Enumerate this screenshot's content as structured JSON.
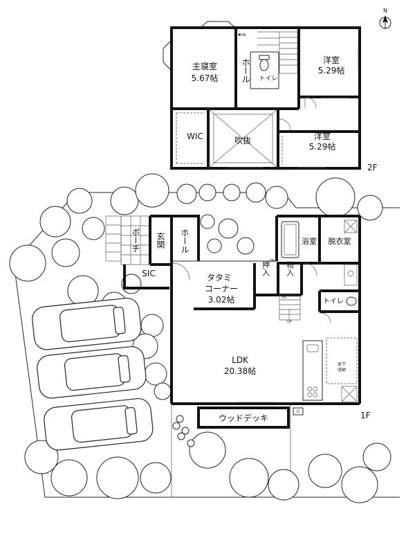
{
  "north": "N",
  "floors": {
    "second": {
      "label": "2F",
      "rooms": {
        "master_bedroom": {
          "name": "主寝室",
          "size": "5.67帖"
        },
        "hall": "ホール",
        "toilet": "トイレ",
        "western_room_1": {
          "name": "洋室",
          "size": "5.29帖"
        },
        "wic": "WIC",
        "void": "吹抜",
        "western_room_2": {
          "name": "洋室",
          "size": "5.29帖"
        }
      },
      "stair_mark": "DN"
    },
    "first": {
      "label": "1F",
      "rooms": {
        "porch": "ポーチ",
        "entrance": "玄関",
        "hall": "ホール",
        "sic": "SIC",
        "bath": "浴室",
        "dressing": "脱衣室",
        "tatami": {
          "name": "タタミ",
          "name2": "コーナー",
          "size": "3.02帖"
        },
        "closet": "押入",
        "storage": "物入",
        "toilet": "トイレ",
        "ldk": {
          "name": "LDK",
          "size": "20.38帖"
        },
        "floor_storage": {
          "line1": "床下",
          "line2": "収納"
        },
        "wood_deck": "ウッドデッキ"
      },
      "marks": {
        "ds": "DS",
        "ps": "PS",
        "up": "UP"
      }
    }
  }
}
